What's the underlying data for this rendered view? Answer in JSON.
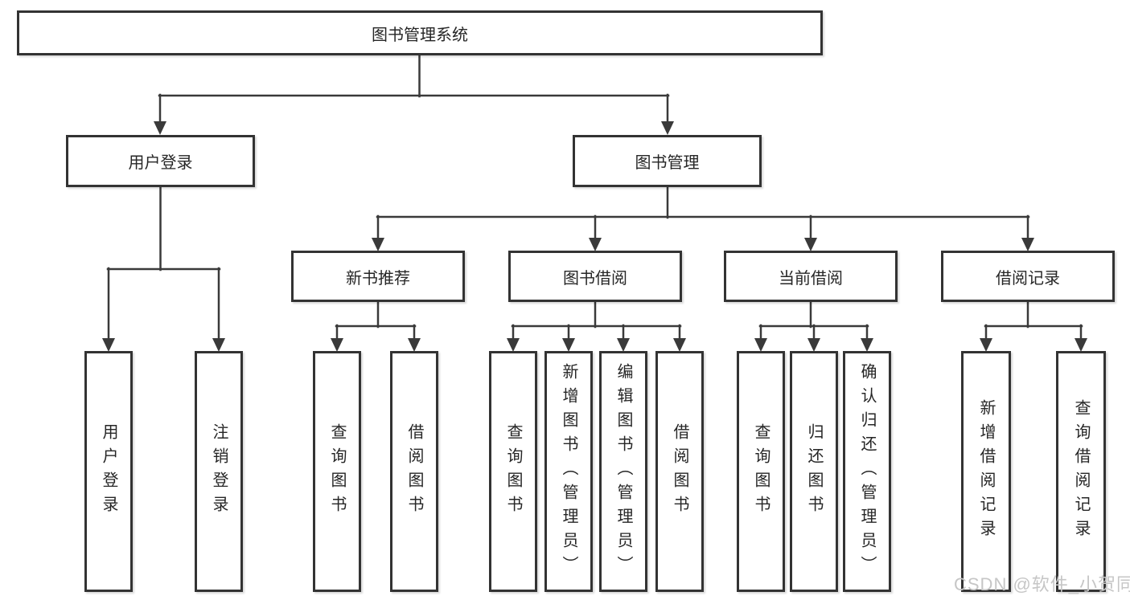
{
  "diagram": {
    "watermark": "CSDN @软件_小贺同学",
    "colors": {
      "line": "#3a3a3a",
      "box_border": "#333333",
      "box_fill": "#ffffff",
      "text": "#262626",
      "watermark": "#c6c6c6",
      "background": "#ffffff"
    },
    "tree": {
      "root": {
        "label": "图书管理系统",
        "children": [
          {
            "label": "用户登录",
            "children": [
              {
                "label": "用户登录"
              },
              {
                "label": "注销登录"
              }
            ]
          },
          {
            "label": "图书管理",
            "children": [
              {
                "label": "新书推荐",
                "children": [
                  {
                    "label": "查询图书"
                  },
                  {
                    "label": "借阅图书"
                  }
                ]
              },
              {
                "label": "图书借阅",
                "children": [
                  {
                    "label": "查询图书"
                  },
                  {
                    "label": "新增图书（管理员）"
                  },
                  {
                    "label": "编辑图书（管理员）"
                  },
                  {
                    "label": "借阅图书"
                  }
                ]
              },
              {
                "label": "当前借阅",
                "children": [
                  {
                    "label": "查询图书"
                  },
                  {
                    "label": "归还图书"
                  },
                  {
                    "label": "确认归还（管理员）"
                  }
                ]
              },
              {
                "label": "借阅记录",
                "children": [
                  {
                    "label": "新增借阅记录"
                  },
                  {
                    "label": "查询借阅记录"
                  }
                ]
              }
            ]
          }
        ]
      }
    }
  }
}
